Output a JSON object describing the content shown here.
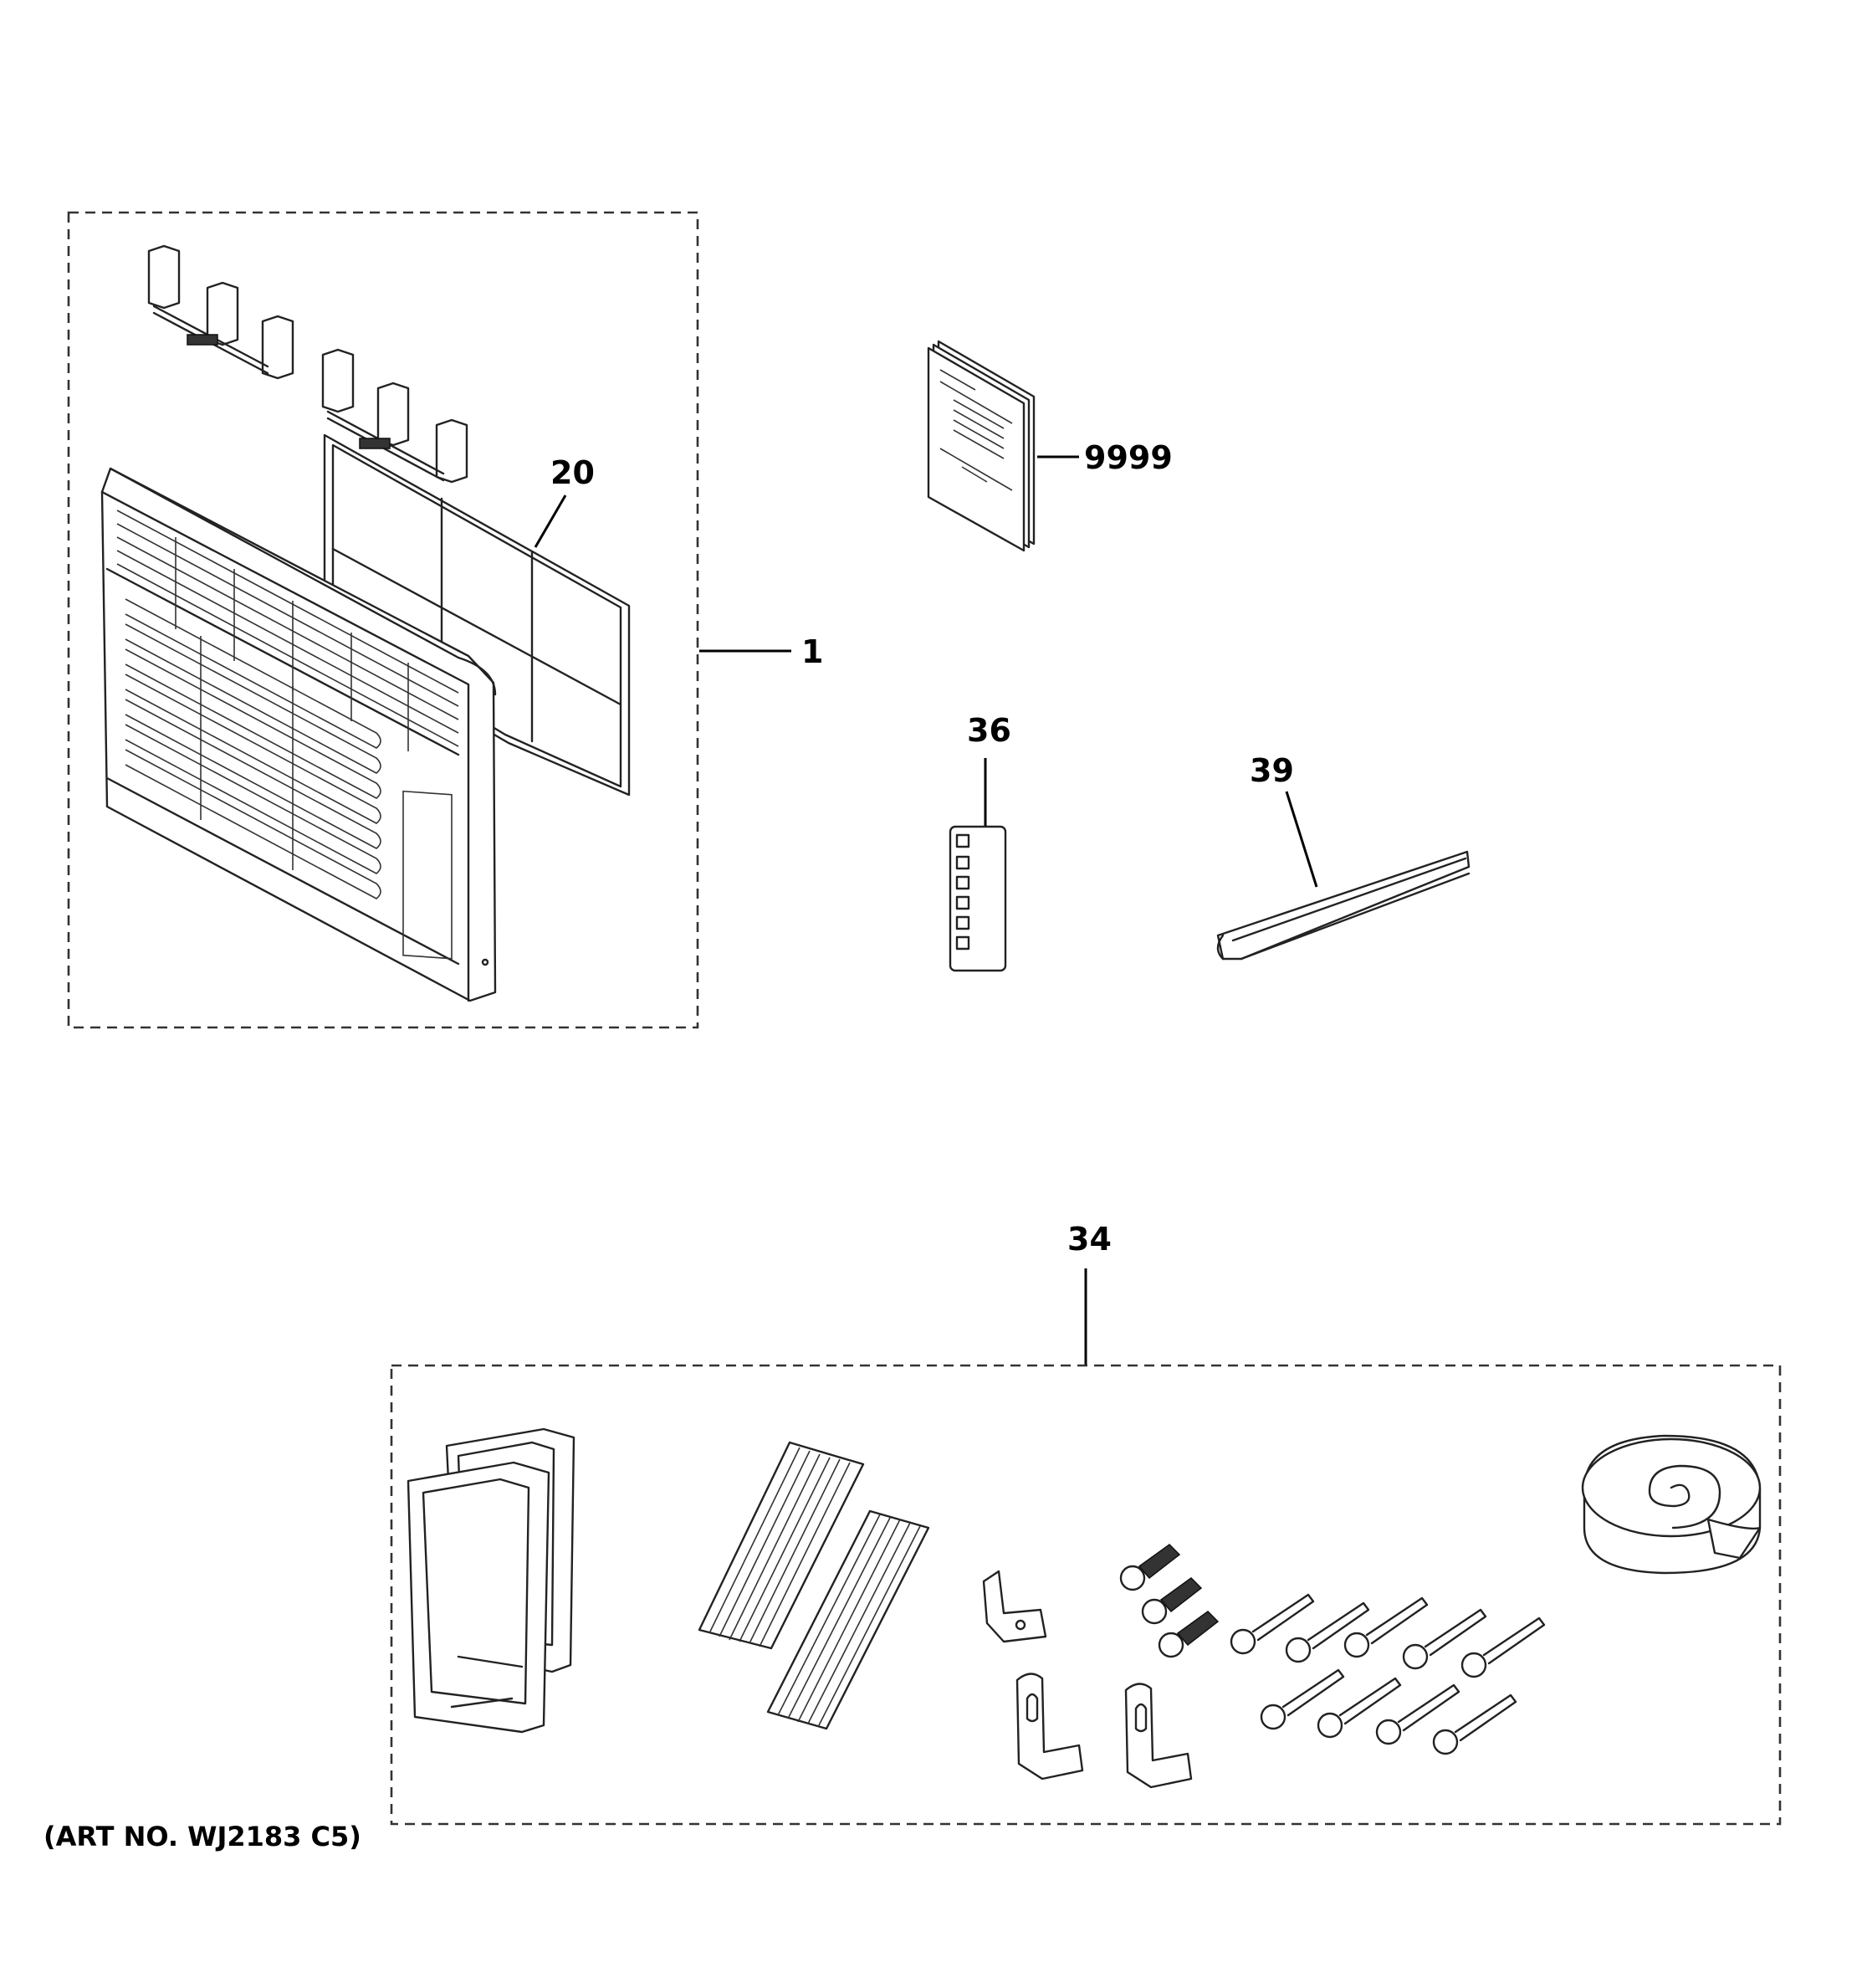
{
  "callouts": {
    "c1": "1",
    "c20": "20",
    "c9999": "9999",
    "c36": "36",
    "c39": "39",
    "c34": "34"
  },
  "art_no": "(ART NO. WJ2183 C5)",
  "icons": [
    "front-grille-icon",
    "air-filter-icon",
    "filter-clip-icon",
    "manual-icon",
    "remote-control-icon",
    "drain-channel-icon",
    "side-curtain-frame-icon",
    "accordion-panel-icon",
    "bracket-icon",
    "screw-icon",
    "foam-seal-roll-icon"
  ]
}
